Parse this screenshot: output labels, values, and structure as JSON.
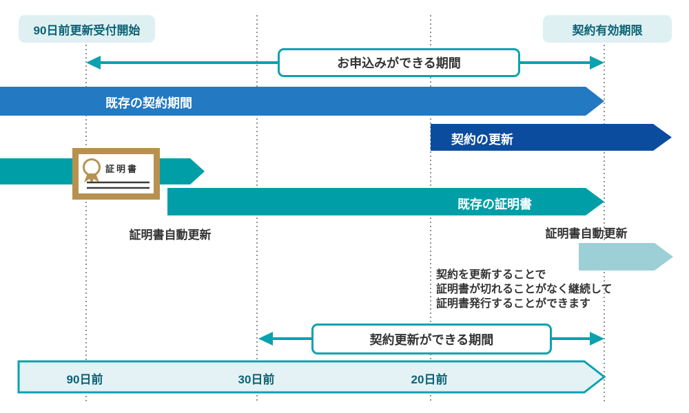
{
  "labels": {
    "start_box": "90日前更新受付開始",
    "end_box": "契約有効期限",
    "apply_period": "お申込みができる期間",
    "existing_contract": "既存の契約期間",
    "contract_renewal": "契約の更新",
    "certificate": "証明書",
    "existing_certificate": "既存の証明書",
    "auto_renewal_left": "証明書自動更新",
    "auto_renewal_right": "証明書自動更新",
    "note": "契約を更新することで\n証明書が切れることがなく継続して\n証明書発行することができます",
    "renewal_period": "契約更新ができる期間"
  },
  "timeline": {
    "markers": [
      "90日前",
      "30日前",
      "20日前"
    ]
  },
  "colors": {
    "contract_bar_blue": "#2379c2",
    "renewal_bar_dark_blue": "#0c4c9e",
    "certificate_bar_teal": "#009fa8",
    "future_certificate_light_teal": "#9ccfd6",
    "arrow_line_teal": "#0aa2ae",
    "pale_box_bg": "#dff0f2",
    "timeline_bar_bg": "#e4f2f5",
    "certificate_gold": "#b8914f",
    "dark_teal_text": "#0b6275",
    "body_text": "#333333",
    "dotted_guide_gray": "#909090"
  }
}
